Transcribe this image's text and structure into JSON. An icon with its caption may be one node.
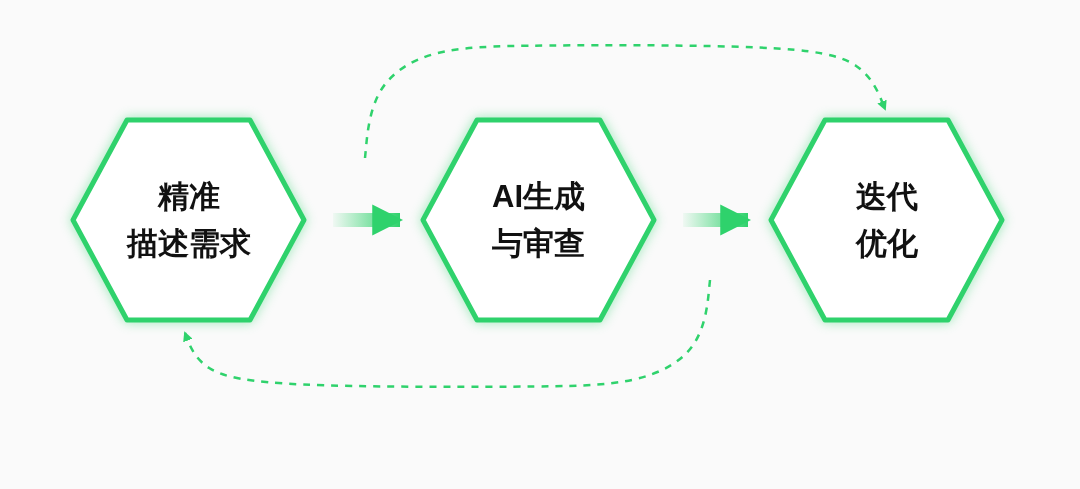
{
  "diagram": {
    "nodes": [
      {
        "text": [
          "精准描述需求"
        ]
      },
      {
        "text": [
          "AI生成与审查"
        ]
      },
      {
        "text": [
          "迭代优化"
        ]
      }
    ],
    "edges": [
      {
        "from": 0,
        "to": 1,
        "arrow": "to",
        "style": "thick"
      },
      {
        "from": 1,
        "to": 2,
        "arrow": "to",
        "style": "thick"
      },
      {
        "from": null,
        "to": 2,
        "arrow": "to",
        "style": "dashed"
      },
      {
        "from": null,
        "to": 0,
        "arrow": "to",
        "style": "dashed"
      }
    ]
  }
}
